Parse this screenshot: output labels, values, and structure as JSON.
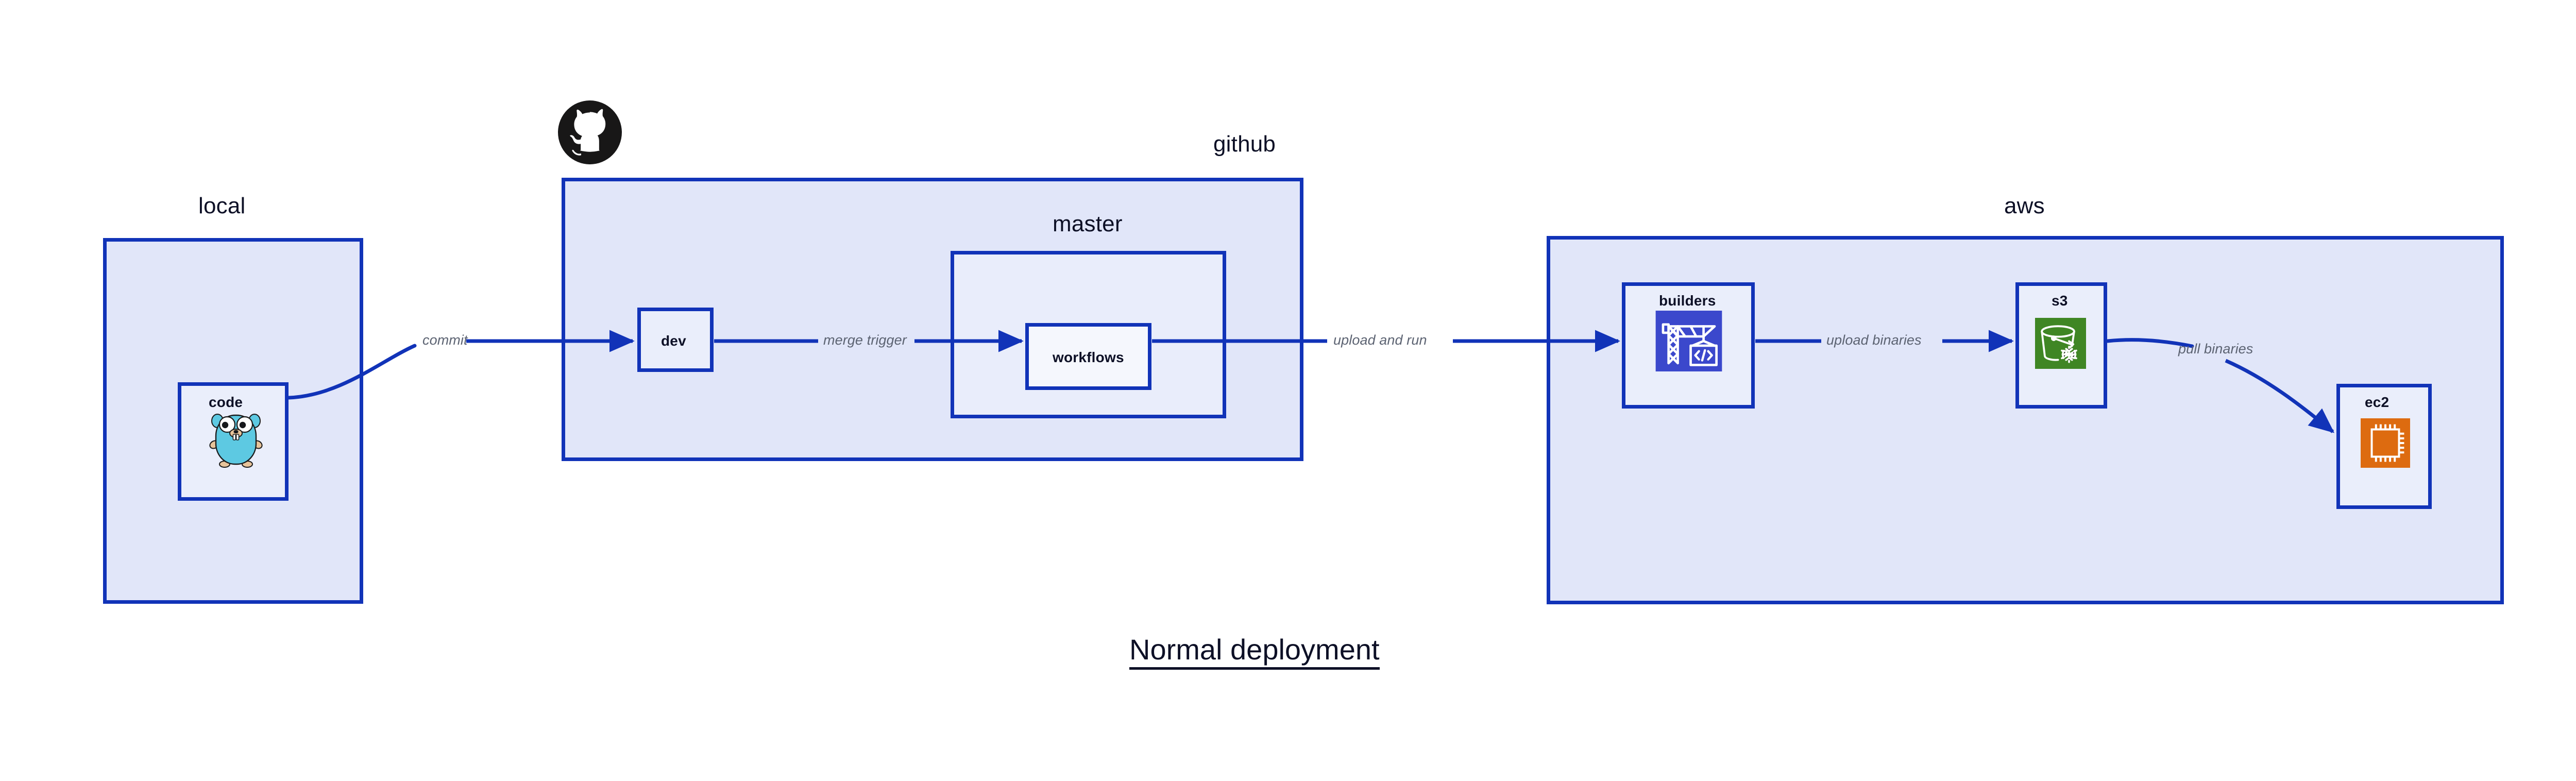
{
  "title": "Normal deployment",
  "colors": {
    "border_blue": "#1133b8",
    "zone_fill": "#e1e6f9",
    "subzone_fill": "#e9edfb",
    "node_fill": "#eaeefb",
    "node_fill_light": "#f5f7fd",
    "edge_line": "#1133b8",
    "edge_label_text": "#5c6372",
    "label_text": "#0d1026",
    "builders_icon_bg": "#3b48cc",
    "s3_icon_bg": "#3f8624",
    "ec2_icon_bg": "#dd6b10",
    "gopher_body": "#5dc9e2",
    "gopher_limb": "#e8c49a",
    "github_logo": "#181717"
  },
  "zones": [
    {
      "id": "local",
      "label": "local"
    },
    {
      "id": "github",
      "label": "github"
    },
    {
      "id": "aws",
      "label": "aws"
    }
  ],
  "subzones": [
    {
      "id": "master",
      "label": "master",
      "parent": "github"
    }
  ],
  "nodes": [
    {
      "id": "code",
      "label": "code",
      "parent": "local",
      "icon": "go-gopher-icon",
      "label_position": "top"
    },
    {
      "id": "dev",
      "label": "dev",
      "parent": "github",
      "icon": null,
      "label_position": "center"
    },
    {
      "id": "workflows",
      "label": "workflows",
      "parent": "master",
      "icon": null,
      "label_position": "center"
    },
    {
      "id": "builders",
      "label": "builders",
      "parent": "aws",
      "icon": "aws-codebuild-icon",
      "label_position": "top"
    },
    {
      "id": "s3",
      "label": "s3",
      "parent": "aws",
      "icon": "aws-s3-glacier-icon",
      "label_position": "top"
    },
    {
      "id": "ec2",
      "label": "ec2",
      "parent": "aws",
      "icon": "aws-ec2-icon",
      "label_position": "top"
    }
  ],
  "edges": [
    {
      "id": "commit",
      "label": "commit",
      "from": "code",
      "to": "dev",
      "style": "curved"
    },
    {
      "id": "merge-trigger",
      "label": "merge trigger",
      "from": "dev",
      "to": "workflows",
      "style": "straight"
    },
    {
      "id": "upload-and-run",
      "label": "upload and run",
      "from": "workflows",
      "to": "builders",
      "style": "straight"
    },
    {
      "id": "upload-binaries",
      "label": "upload binaries",
      "from": "builders",
      "to": "s3",
      "style": "straight"
    },
    {
      "id": "pull-binaries",
      "label": "pull binaries",
      "from": "s3",
      "to": "ec2",
      "style": "curved"
    }
  ],
  "logos": [
    {
      "id": "github-mark",
      "name": "github-octocat-icon",
      "zone": "github"
    }
  ]
}
